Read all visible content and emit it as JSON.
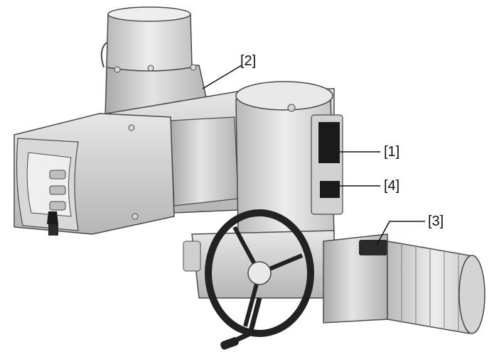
{
  "figure": {
    "callouts": [
      {
        "label": "[1]"
      },
      {
        "label": "[2]"
      },
      {
        "label": "[3]"
      },
      {
        "label": "[4]"
      }
    ],
    "colors": {
      "body": "#c9c9c9",
      "body_light": "#e3e3e3",
      "body_dark": "#9a9a9a",
      "outline": "#4a4a4a",
      "handwheel": "#222222",
      "plate": "#1a1a1a"
    }
  }
}
